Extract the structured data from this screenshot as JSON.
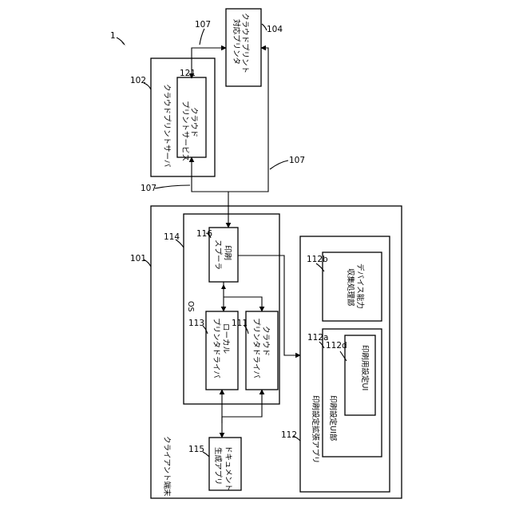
{
  "figure_ref": "1",
  "boxes": {
    "client_terminal": {
      "ref": "101",
      "label": "クライアント端末"
    },
    "cloud_print_server": {
      "ref": "102",
      "label": "クラウドプリントサーバ"
    },
    "cloud_print_service": {
      "ref": "121",
      "lines": [
        "クラウド",
        "プリントサービス"
      ]
    },
    "cloud_printer": {
      "ref": "104",
      "lines": [
        "クラウドプリント",
        "対応プリンタ"
      ]
    },
    "os": {
      "ref": "114",
      "label": "OS"
    },
    "print_spooler": {
      "ref": "116",
      "lines": [
        "印刷",
        "スプーラ"
      ]
    },
    "local_driver": {
      "ref": "113",
      "lines": [
        "ローカル",
        "プリンタドライバ"
      ]
    },
    "cloud_driver": {
      "ref": "111",
      "lines": [
        "クラウド",
        "プリンタドライバ"
      ]
    },
    "doc_app": {
      "ref": "115",
      "lines": [
        "ドキュメント",
        "生成アプリ"
      ]
    },
    "print_ext_app": {
      "ref": "112",
      "label": "印刷設定拡張アプリ"
    },
    "device_collect": {
      "ref": "112b",
      "lines": [
        "デバイス能力",
        "収集処理部"
      ]
    },
    "print_ui_unit": {
      "ref": "112a",
      "label": "印刷設定UI部"
    },
    "print_ui": {
      "ref": "112d",
      "label": "印刷用設定UI"
    }
  },
  "network_refs": [
    "107",
    "107",
    "107"
  ]
}
